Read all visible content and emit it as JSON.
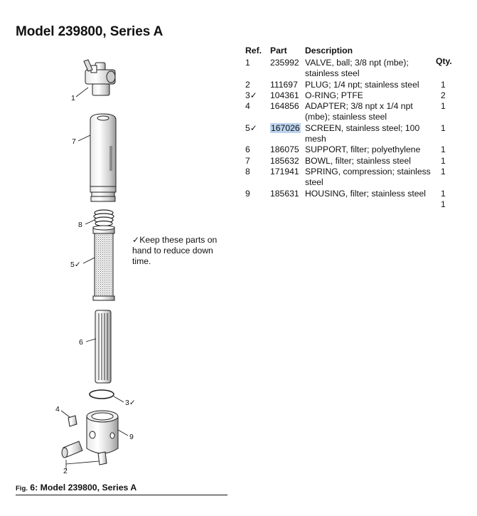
{
  "title": "Model 239800, Series A",
  "table": {
    "headers": {
      "ref": "Ref.",
      "part": "Part",
      "description": "Description",
      "qty": "Qty."
    },
    "rows": [
      {
        "ref": "1",
        "part": "235992",
        "description": "VALVE, ball; 3/8 npt (mbe); stainless steel",
        "qty": "1"
      },
      {
        "ref": "2",
        "part": "111697",
        "description": "PLUG; 1/4 npt; stainless steel",
        "qty": "2"
      },
      {
        "ref": "3✓",
        "part": "104361",
        "description": "O-RING; PTFE",
        "qty": "1"
      },
      {
        "ref": "4",
        "part": "164856",
        "description": "ADAPTER; 3/8 npt x 1/4 npt (mbe); stainless steel",
        "qty": "1"
      },
      {
        "ref": "5✓",
        "part": "167026",
        "description": "SCREEN, stainless steel; 100 mesh",
        "qty": "1"
      },
      {
        "ref": "6",
        "part": "186075",
        "description": "SUPPORT, filter; polyethylene",
        "qty": "1"
      },
      {
        "ref": "7",
        "part": "185632",
        "description": "BOWL, filter; stainless steel",
        "qty": "1"
      },
      {
        "ref": "8",
        "part": "171941",
        "description": "SPRING, compression; stainless steel",
        "qty": "1"
      },
      {
        "ref": "9",
        "part": "185631",
        "description": "HOUSING, filter; stainless steel",
        "qty": "1"
      }
    ]
  },
  "note": "✓Keep these parts on hand to reduce down time.",
  "caption": {
    "fig": "Fig.",
    "num": " 6: Model 239800, Series A"
  },
  "callouts": {
    "c1": "1",
    "c7": "7",
    "c8": "8",
    "c5": "5✓",
    "c6": "6",
    "c3": "3✓",
    "c4": "4",
    "c9": "9",
    "c2": "2"
  }
}
